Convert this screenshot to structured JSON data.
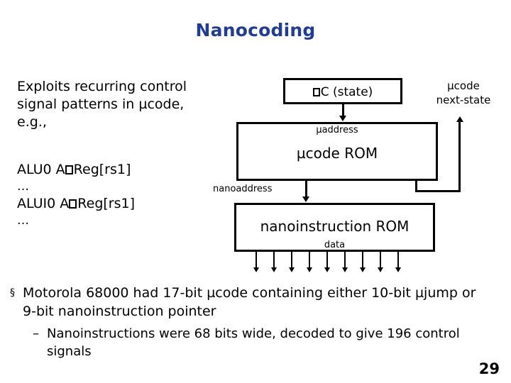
{
  "slide": {
    "title": "Nanocoding",
    "page_number": "29"
  },
  "intro": {
    "line1": "Exploits recurring control",
    "line2": "signal patterns in µcode,",
    "line3": "e.g.,"
  },
  "code_example": {
    "line1_left": "ALU0   A",
    "line1_right": "Reg[rs1]",
    "ellipsis1": "…",
    "line2_left": "ALUI0  A",
    "line2_right": "Reg[rs1]",
    "ellipsis2": "…"
  },
  "diagram": {
    "upc_box": {
      "label_prefix": "",
      "label": "C (state)"
    },
    "uaddress_label": "µaddress",
    "ucode_rom_label": "µcode ROM",
    "nanoaddress_label": "nanoaddress",
    "nano_rom_label": "nanoinstruction ROM",
    "data_label": "data",
    "next_state_label_line1": "µcode",
    "next_state_label_line2": "next-state",
    "control_signal_count": 9
  },
  "bullets": {
    "main_marker": "§",
    "main_text": "Motorola 68000 had 17-bit µcode containing either 10-bit µjump or 9-bit nanoinstruction pointer",
    "sub_marker": "–",
    "sub_text": "Nanoinstructions were 68 bits wide, decoded to give 196 control signals"
  },
  "colors": {
    "title": "#1F3C96",
    "text": "#000000",
    "background": "#FFFFFF"
  }
}
